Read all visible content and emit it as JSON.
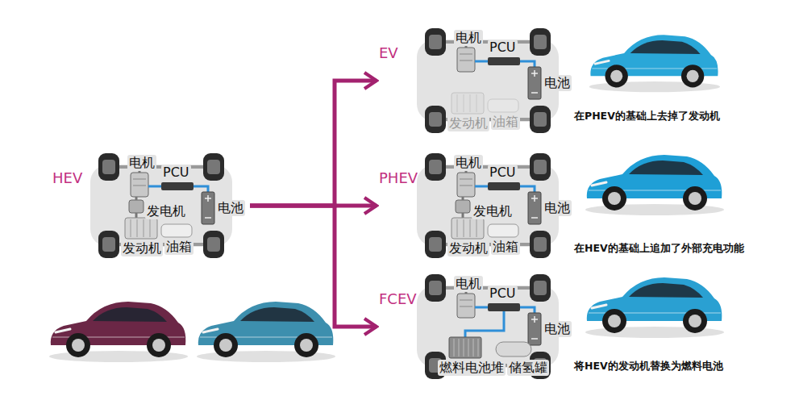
{
  "diagram": {
    "nodes": [
      {
        "text": [
          "HEV",
          "电机",
          "PCU",
          "发电机",
          "电池",
          "发动机",
          "油箱"
        ]
      },
      {
        "text": [
          "EV",
          "电机",
          "PCU",
          "电池",
          "发动机",
          "油箱"
        ]
      },
      {
        "text": [
          "PHEV",
          "电机",
          "PCU",
          "发电机",
          "电池",
          "发动机",
          "油箱"
        ]
      },
      {
        "text": [
          "FCEV",
          "电机",
          "PCU",
          "电池",
          "燃料电池堆",
          "储氢罐"
        ]
      }
    ],
    "edges": [
      {
        "from": 0,
        "to": 1,
        "arrow": "to"
      },
      {
        "from": 0,
        "to": 2,
        "arrow": "to"
      },
      {
        "from": 0,
        "to": 3,
        "arrow": "to"
      }
    ],
    "labels": [
      "在PHEV的基础上去掉了发动机",
      "在HEV的基础上追加了外部充电功能",
      "将HEV的发动机替换为燃料电池"
    ]
  }
}
